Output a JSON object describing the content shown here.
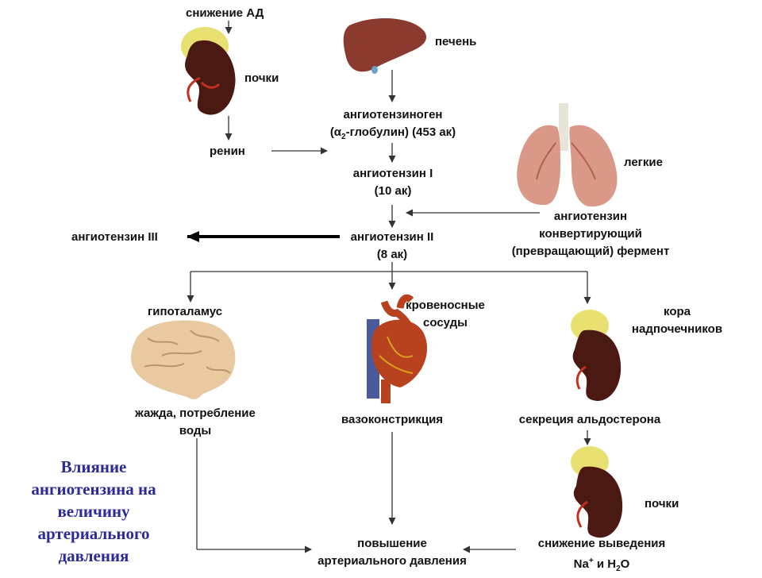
{
  "labels": {
    "bp_decrease": "снижение АД",
    "kidneys_top": "почки",
    "renin": "ренин",
    "liver": "печень",
    "angiotensinogen_l1": "ангиотензиноген",
    "angiotensinogen_l2a": "(α",
    "angiotensinogen_sub": "2",
    "angiotensinogen_l2b": "-глобулин) (453 ак)",
    "ang1_l1": "ангиотензин I",
    "ang1_l2": "(10 ак)",
    "lungs": "легкие",
    "ace_l1": "ангиотензин",
    "ace_l2": "конвертирующий",
    "ace_l3": "(превращающий) фермент",
    "ang3": "ангиотензин III",
    "ang2_l1": "ангиотензин II",
    "ang2_l2": "(8 ак)",
    "hypothalamus": "гипоталамус",
    "vessels_l1": "кровеносные",
    "vessels_l2": "сосуды",
    "adrenal_l1": "кора",
    "adrenal_l2": "надпочечников",
    "thirst_l1": "жажда, потребление",
    "thirst_l2": "воды",
    "vasoconstriction": "вазоконстрикция",
    "aldosterone": "секреция альдостерона",
    "kidneys_bottom": "почки",
    "excretion_l1": "снижение выведения",
    "excretion_na": "Na",
    "excretion_plus": "+",
    "excretion_mid": " и H",
    "excretion_sub": "2",
    "excretion_o": "O",
    "bp_increase_l1": "повышение",
    "bp_increase_l2": "артериального давления"
  },
  "title": {
    "l1": "Влияние",
    "l2": "ангиотензина на",
    "l3": "величину",
    "l4": "артериального",
    "l5": "давления"
  },
  "colors": {
    "title": "#2a2a9e",
    "text": "#111111",
    "arrow": "#333333",
    "kidney": "#4a1a12",
    "adrenal": "#e8e070",
    "liver": "#8a3a2e",
    "lung": "#d99888",
    "heart": "#b8421e",
    "brain": "#e8c9a0"
  }
}
